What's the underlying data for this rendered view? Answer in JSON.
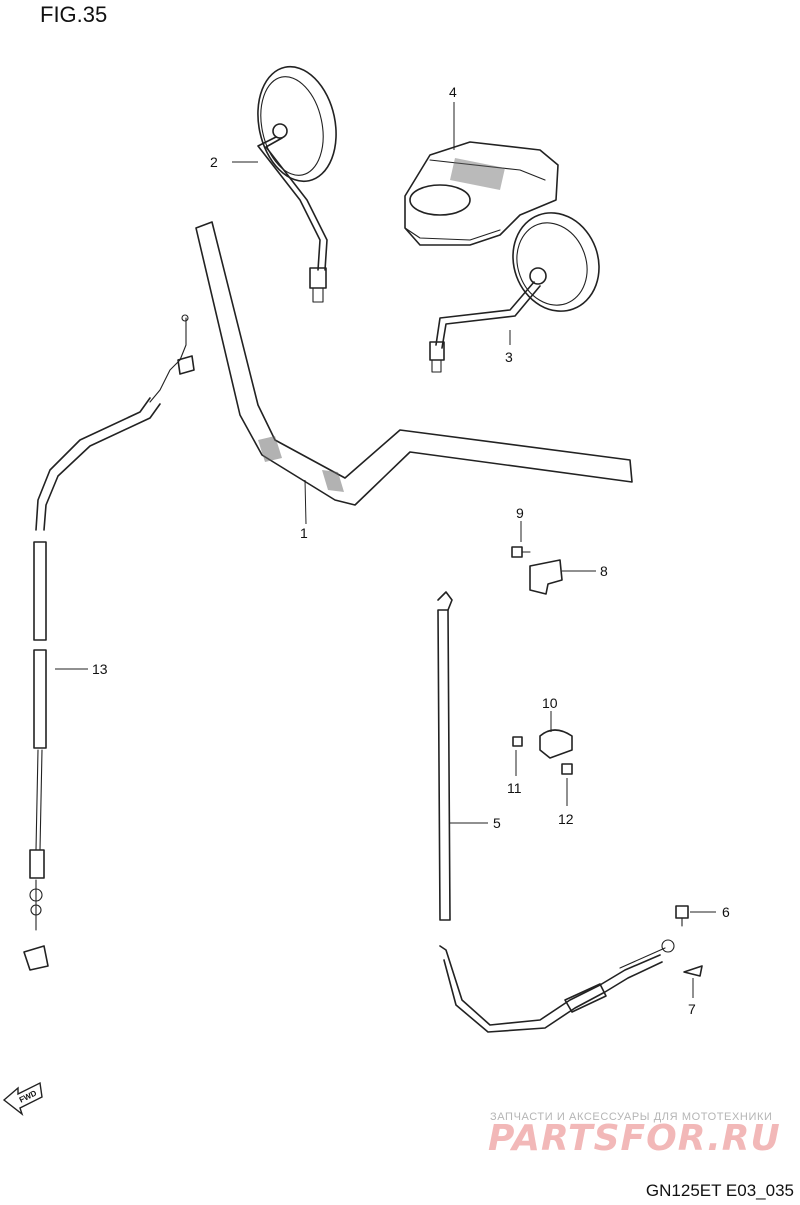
{
  "header": {
    "title": "FIG.35"
  },
  "footer": {
    "code": "GN125ET E03_035"
  },
  "watermark": {
    "tagline": "ЗАПЧАСТИ И АКСЕССУАРЫ ДЛЯ МОТОТЕХНИКИ",
    "logo": "PARTSFOR.RU"
  },
  "fwd": {
    "text": "FWD"
  },
  "callouts": {
    "p1": "1",
    "p2": "2",
    "p3": "3",
    "p4": "4",
    "p5": "5",
    "p6": "6",
    "p7": "7",
    "p8": "8",
    "p9": "9",
    "p10": "10",
    "p11": "11",
    "p12": "12",
    "p13": "13"
  },
  "colors": {
    "line": "#222222",
    "watermark_red": "#f2b8b8",
    "watermark_gray": "#b5b5b5"
  }
}
